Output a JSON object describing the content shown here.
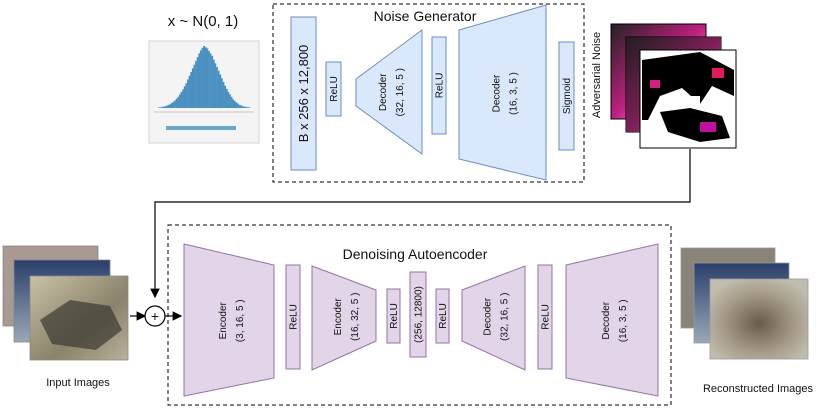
{
  "distribution": {
    "label": "x ~ N(0, 1)",
    "histogram": [
      1,
      1,
      2,
      2,
      3,
      4,
      5,
      6,
      8,
      10,
      12,
      15,
      18,
      22,
      26,
      30,
      35,
      40,
      46,
      52,
      58,
      64,
      70,
      76,
      82,
      88,
      93,
      97,
      100,
      98,
      96,
      92,
      88,
      84,
      78,
      72,
      66,
      60,
      54,
      48,
      42,
      36,
      31,
      26,
      22,
      18,
      14,
      11,
      9,
      7,
      5,
      4,
      3,
      2,
      2,
      1,
      1
    ]
  },
  "noise_generator": {
    "title": "Noise Generator",
    "layers": [
      {
        "kind": "rect",
        "label": "B x 256 x 12,800"
      },
      {
        "kind": "rect",
        "label": "ReLU"
      },
      {
        "kind": "trap",
        "label": "Decoder",
        "params": "(32, 16, 5 )"
      },
      {
        "kind": "rect",
        "label": "ReLU"
      },
      {
        "kind": "trap",
        "label": "Decoder",
        "params": "(16, 3, 5 )"
      },
      {
        "kind": "rect",
        "label": "Sigmoid"
      }
    ],
    "output_label": "Adversarial Noise"
  },
  "autoencoder": {
    "title": "Denoising Autoencoder",
    "layers": [
      {
        "kind": "trap",
        "label": "Encoder",
        "params": "(3, 16, 5 )"
      },
      {
        "kind": "rect",
        "label": "ReLU"
      },
      {
        "kind": "trap",
        "label": "Encoder",
        "params": "(16, 32, 5 )"
      },
      {
        "kind": "rect",
        "label": "ReLU"
      },
      {
        "kind": "rect",
        "label": "(256, 12800)"
      },
      {
        "kind": "rect",
        "label": "ReLU"
      },
      {
        "kind": "trap",
        "label": "Decoder",
        "params": "(32, 16, 5 )"
      },
      {
        "kind": "rect",
        "label": "ReLU"
      },
      {
        "kind": "trap",
        "label": "Decoder",
        "params": "(16, 3, 5 )"
      }
    ]
  },
  "sum_symbol": "+",
  "input_label": "Input Images",
  "output_label": "Reconstructed Images",
  "colors": {
    "generator_fill": "#dae8fc",
    "generator_stroke": "#6c8ebf",
    "autoencoder_fill": "#e1d5e7",
    "autoencoder_stroke": "#9673a6",
    "histogram": "#4a90c0"
  }
}
